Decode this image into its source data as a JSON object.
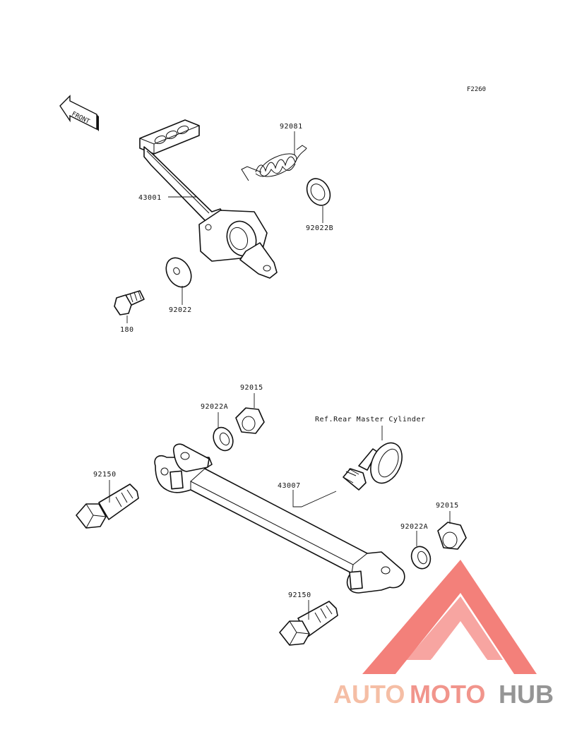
{
  "diagram_code": "F2260",
  "front_label": "FRONT",
  "labels": {
    "spring": "92081",
    "pedal": "43001",
    "washer_b": "92022B",
    "washer": "92022",
    "bolt_small": "180",
    "nut_top": "92015",
    "washer_a_top": "92022A",
    "ref_note": "Ref.Rear Master Cylinder",
    "bolt_top": "92150",
    "rod": "43007",
    "washer_a_right": "92022A",
    "nut_right": "92015",
    "bolt_bottom": "92150"
  },
  "watermark": {
    "brand": "AUTOMOTOHUB",
    "colors": {
      "auto": "#f4b89c",
      "moto": "#f08a80",
      "hub": "#8a8a8a",
      "logo": "#f26a63"
    }
  }
}
